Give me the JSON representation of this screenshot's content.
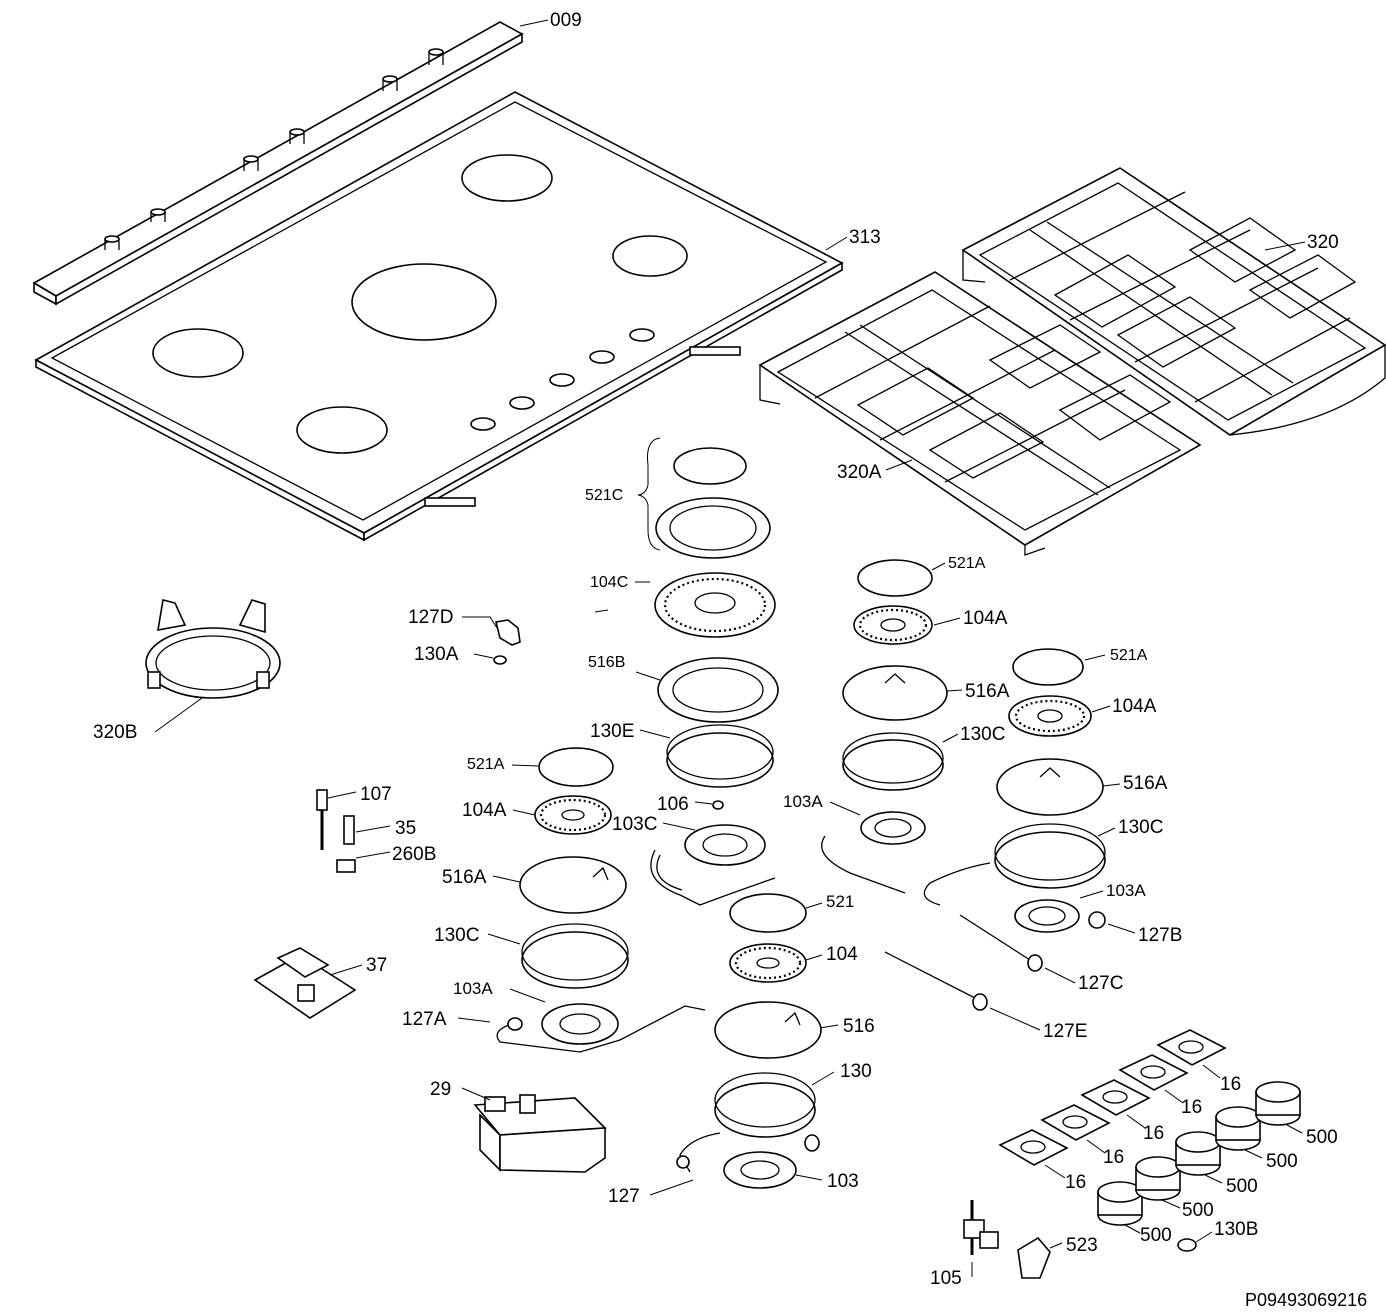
{
  "diagram": {
    "document_code": "P09493069216",
    "labels": {
      "l_009": "009",
      "l_313": "313",
      "l_320": "320",
      "l_320A": "320A",
      "l_320B": "320B",
      "l_521C": "521C",
      "l_104C": "104C",
      "l_127D": "127D",
      "l_130A": "130A",
      "l_516B": "516B",
      "l_130E": "130E",
      "l_106": "106",
      "l_103C": "103C",
      "l_521A_a": "521A",
      "l_104A_a": "104A",
      "l_516A_a": "516A",
      "l_130C_a": "130C",
      "l_103A_a": "103A",
      "l_521A_b": "521A",
      "l_104A_b": "104A",
      "l_516A_b": "516A",
      "l_130C_b": "130C",
      "l_103A_b": "103A",
      "l_127B": "127B",
      "l_127C": "127C",
      "l_127E": "127E",
      "l_521A_c": "521A",
      "l_104A_c": "104A",
      "l_516A_c": "516A",
      "l_130C_c": "130C",
      "l_103A_c": "103A",
      "l_127A": "127A",
      "l_107": "107",
      "l_35": "35",
      "l_260B": "260B",
      "l_37": "37",
      "l_29": "29",
      "l_521": "521",
      "l_104": "104",
      "l_516": "516",
      "l_130": "130",
      "l_103": "103",
      "l_127": "127",
      "l_16_a": "16",
      "l_16_b": "16",
      "l_16_c": "16",
      "l_16_d": "16",
      "l_16_e": "16",
      "l_500_a": "500",
      "l_500_b": "500",
      "l_500_c": "500",
      "l_500_d": "500",
      "l_500_e": "500",
      "l_130B": "130B",
      "l_523": "523",
      "l_105": "105"
    }
  }
}
